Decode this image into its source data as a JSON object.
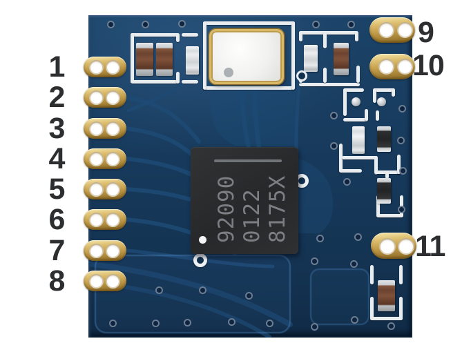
{
  "scene": {
    "description": "Photo of a dark-blue RF transceiver PCB module with gold castellated pads, a metal-can crystal, chip capacitors and a QFN IC; pins numbered 1-11",
    "background": "#ffffff"
  },
  "pin_labels": {
    "left": [
      "1",
      "2",
      "3",
      "4",
      "5",
      "6",
      "7",
      "8"
    ],
    "right": [
      "9",
      "10",
      "11"
    ]
  },
  "chip_marking": {
    "line1": "92090",
    "line2": "0122",
    "line3": "8175X"
  },
  "colors": {
    "pcb_base": "#16395c",
    "pcb_trace": "#1d4a74",
    "pad_gold": "#d8b96a",
    "silkscreen": "#e9edef",
    "chip_body": "#2a2b2d",
    "chip_text": "#7b7f83",
    "label_text": "#2d2e30",
    "crystal_rim": "#d9b967",
    "capacitor_brown": "#6b4330"
  }
}
